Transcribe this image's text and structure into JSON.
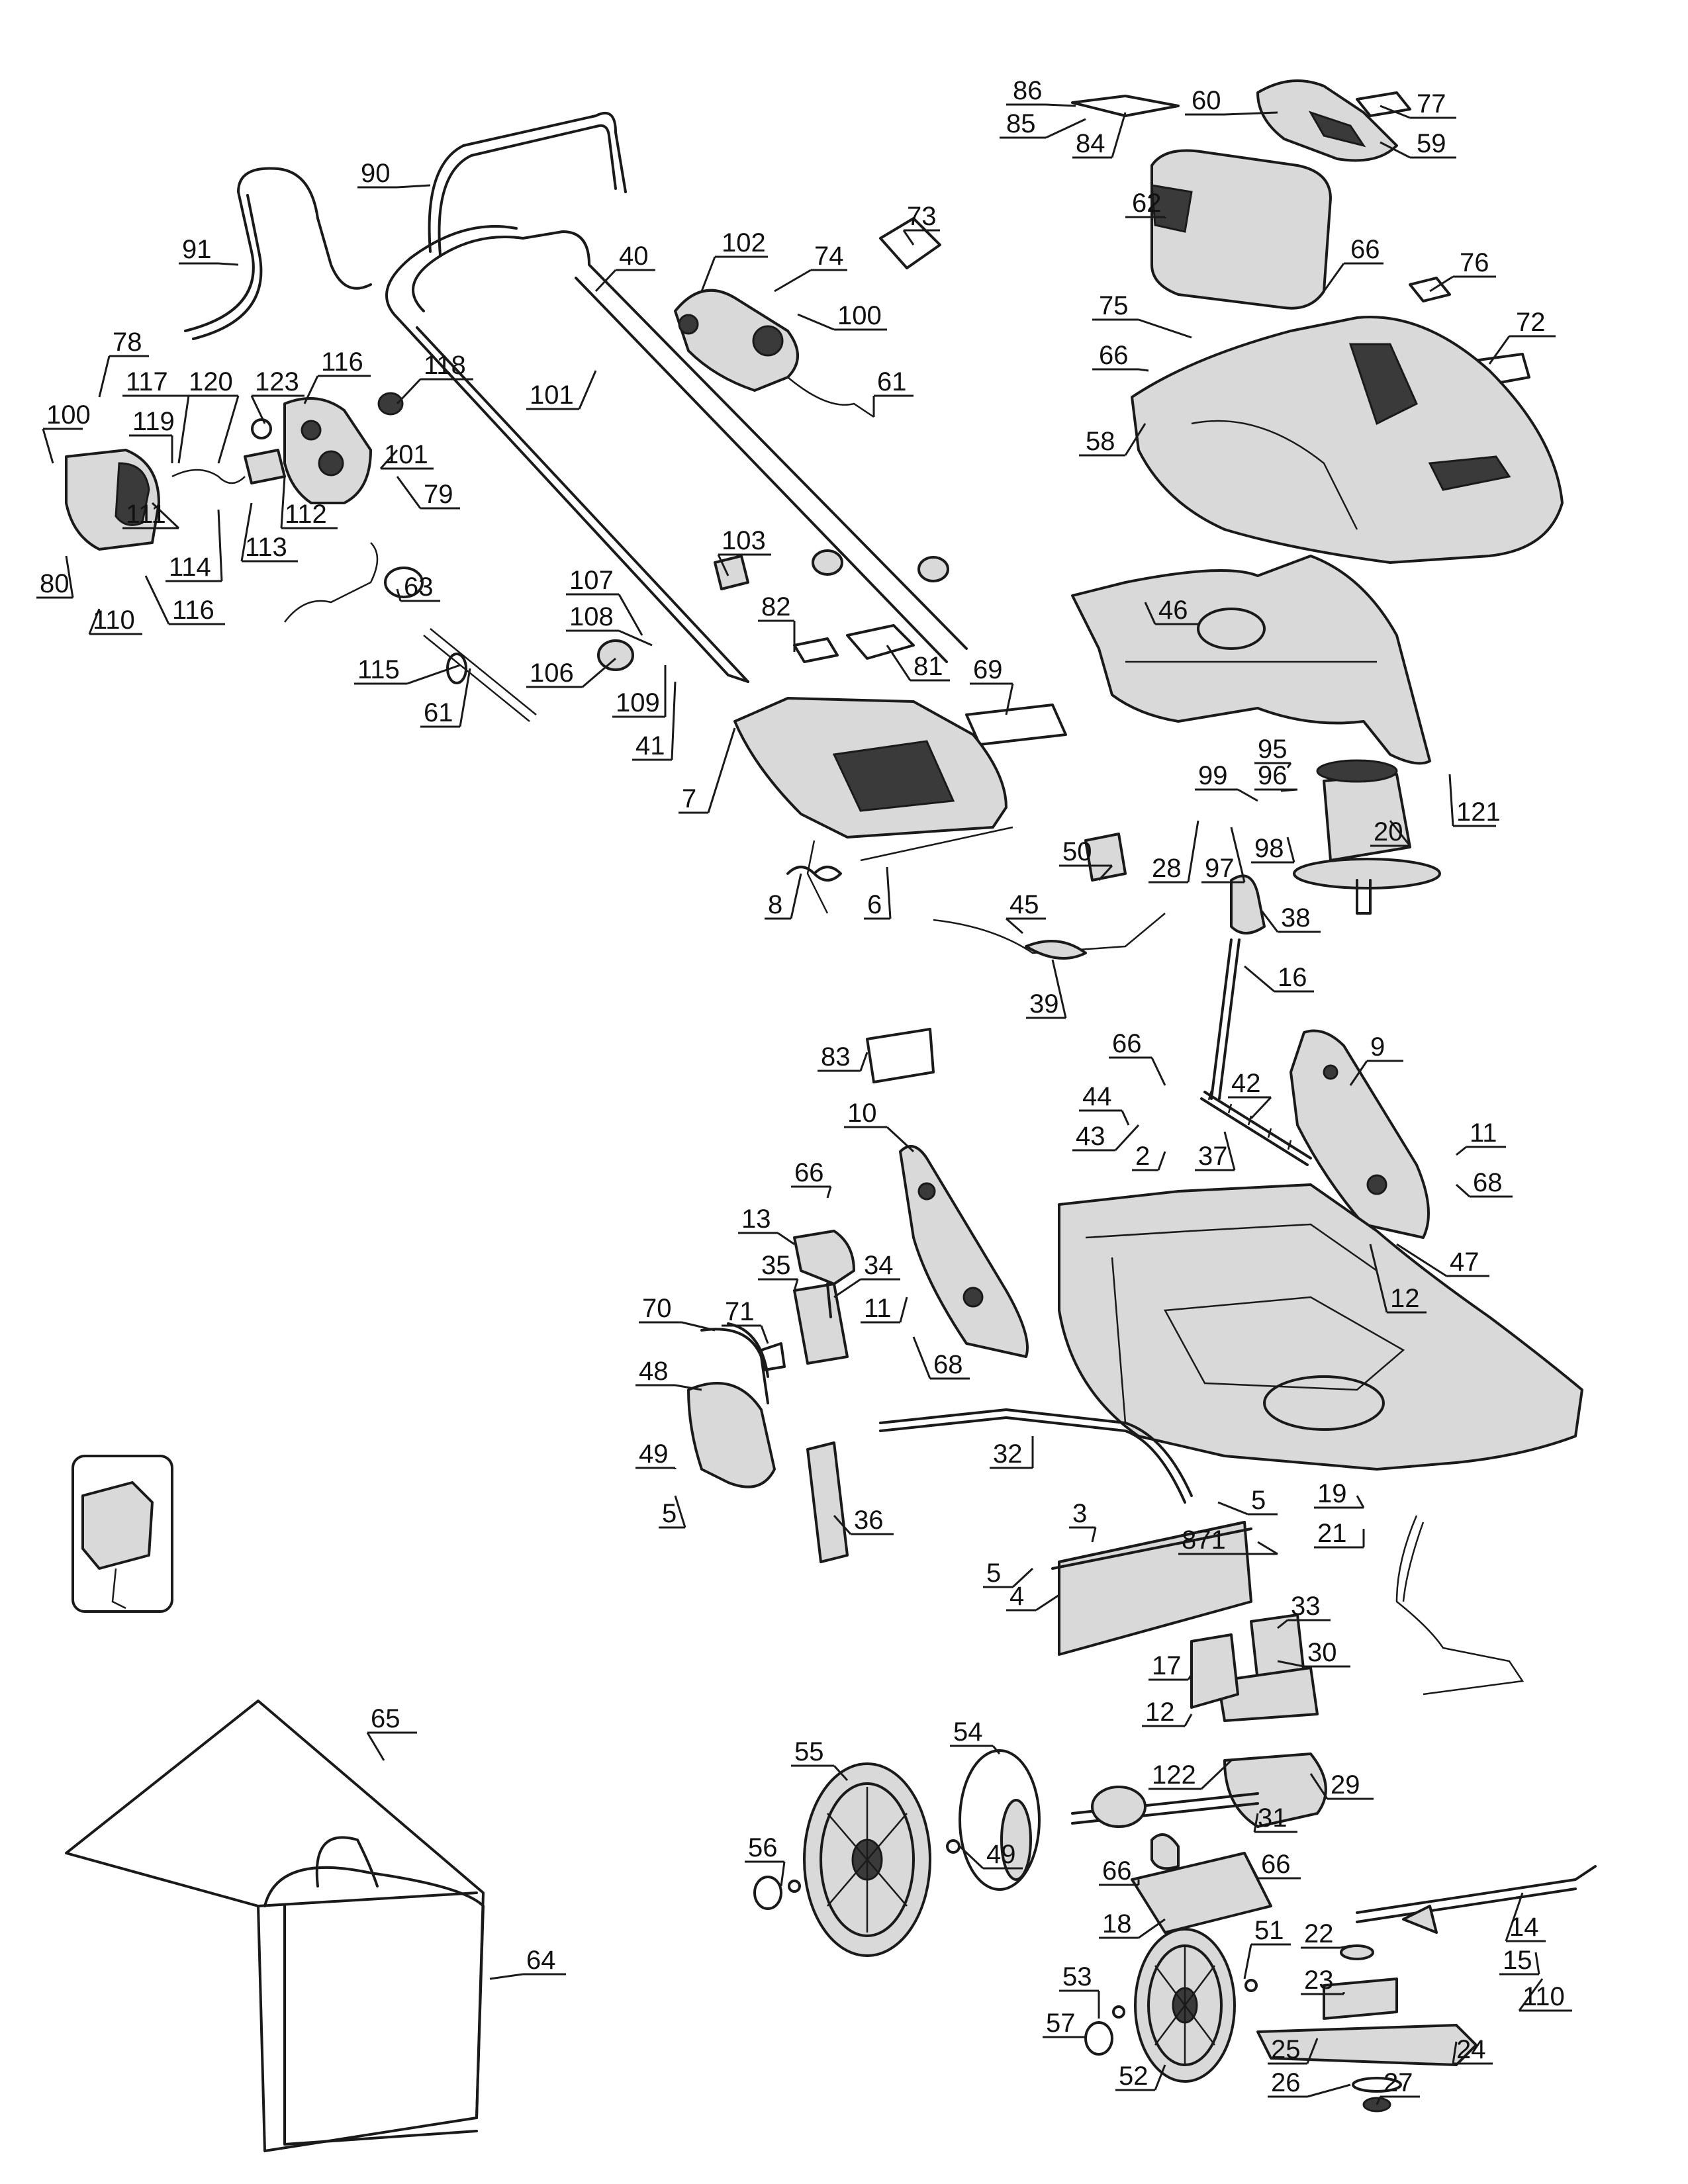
{
  "figure": {
    "callouts": [
      {
        "label": "86"
      },
      {
        "label": "85"
      },
      {
        "label": "84"
      },
      {
        "label": "60"
      },
      {
        "label": "77"
      },
      {
        "label": "59"
      },
      {
        "label": "62"
      },
      {
        "label": "66"
      },
      {
        "label": "76"
      },
      {
        "label": "75"
      },
      {
        "label": "72"
      },
      {
        "label": "66"
      },
      {
        "label": "58"
      },
      {
        "label": "90"
      },
      {
        "label": "91"
      },
      {
        "label": "40"
      },
      {
        "label": "102"
      },
      {
        "label": "74"
      },
      {
        "label": "73"
      },
      {
        "label": "100"
      },
      {
        "label": "61"
      },
      {
        "label": "78"
      },
      {
        "label": "100"
      },
      {
        "label": "117"
      },
      {
        "label": "120"
      },
      {
        "label": "123"
      },
      {
        "label": "116"
      },
      {
        "label": "118"
      },
      {
        "label": "101"
      },
      {
        "label": "119"
      },
      {
        "label": "101"
      },
      {
        "label": "79"
      },
      {
        "label": "111"
      },
      {
        "label": "112"
      },
      {
        "label": "114"
      },
      {
        "label": "113"
      },
      {
        "label": "80"
      },
      {
        "label": "110"
      },
      {
        "label": "116"
      },
      {
        "label": "103"
      },
      {
        "label": "63"
      },
      {
        "label": "107"
      },
      {
        "label": "108"
      },
      {
        "label": "106"
      },
      {
        "label": "109"
      },
      {
        "label": "115"
      },
      {
        "label": "61"
      },
      {
        "label": "41"
      },
      {
        "label": "82"
      },
      {
        "label": "81"
      },
      {
        "label": "69"
      },
      {
        "label": "46"
      },
      {
        "label": "7"
      },
      {
        "label": "95"
      },
      {
        "label": "99"
      },
      {
        "label": "96"
      },
      {
        "label": "121"
      },
      {
        "label": "28"
      },
      {
        "label": "97"
      },
      {
        "label": "98"
      },
      {
        "label": "20"
      },
      {
        "label": "50"
      },
      {
        "label": "8"
      },
      {
        "label": "6"
      },
      {
        "label": "45"
      },
      {
        "label": "38"
      },
      {
        "label": "39"
      },
      {
        "label": "16"
      },
      {
        "label": "83"
      },
      {
        "label": "66"
      },
      {
        "label": "44"
      },
      {
        "label": "42"
      },
      {
        "label": "9"
      },
      {
        "label": "43"
      },
      {
        "label": "2"
      },
      {
        "label": "37"
      },
      {
        "label": "11"
      },
      {
        "label": "10"
      },
      {
        "label": "68"
      },
      {
        "label": "66"
      },
      {
        "label": "13"
      },
      {
        "label": "47"
      },
      {
        "label": "12"
      },
      {
        "label": "35"
      },
      {
        "label": "34"
      },
      {
        "label": "11"
      },
      {
        "label": "70"
      },
      {
        "label": "71"
      },
      {
        "label": "68"
      },
      {
        "label": "48"
      },
      {
        "label": "32"
      },
      {
        "label": "49"
      },
      {
        "label": "5"
      },
      {
        "label": "36"
      },
      {
        "label": "5"
      },
      {
        "label": "19"
      },
      {
        "label": "3"
      },
      {
        "label": "21"
      },
      {
        "label": "871"
      },
      {
        "label": "5"
      },
      {
        "label": "4"
      },
      {
        "label": "33"
      },
      {
        "label": "17"
      },
      {
        "label": "30"
      },
      {
        "label": "12"
      },
      {
        "label": "65"
      },
      {
        "label": "54"
      },
      {
        "label": "55"
      },
      {
        "label": "122"
      },
      {
        "label": "29"
      },
      {
        "label": "56"
      },
      {
        "label": "31"
      },
      {
        "label": "49"
      },
      {
        "label": "66"
      },
      {
        "label": "66"
      },
      {
        "label": "18"
      },
      {
        "label": "64"
      },
      {
        "label": "51"
      },
      {
        "label": "22"
      },
      {
        "label": "14"
      },
      {
        "label": "15"
      },
      {
        "label": "53"
      },
      {
        "label": "110"
      },
      {
        "label": "57"
      },
      {
        "label": "23"
      },
      {
        "label": "52"
      },
      {
        "label": "25"
      },
      {
        "label": "24"
      },
      {
        "label": "26"
      },
      {
        "label": "27"
      }
    ]
  }
}
